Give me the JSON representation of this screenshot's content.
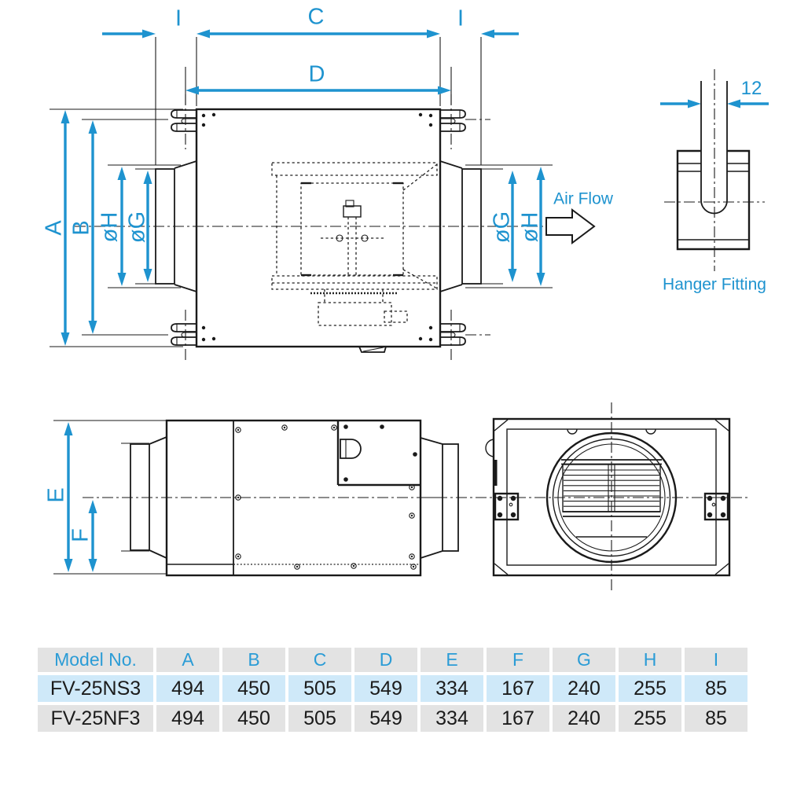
{
  "colors": {
    "accent": "#1e93cf",
    "line": "#1a1a1a",
    "table_header_bg": "#e3e3e3",
    "table_header_text": "#2b9cd6",
    "row_highlight_bg": "#cfe9f9",
    "row_alt_bg": "#e3e3e3"
  },
  "labels": {
    "dim_i_left": "I",
    "dim_c": "C",
    "dim_i_right": "I",
    "dim_d": "D",
    "dim_a": "A",
    "dim_b": "B",
    "dia_h_left": "øH",
    "dia_g_left": "øG",
    "dia_g_right": "øG",
    "dia_h_right": "øH",
    "air_flow": "Air Flow",
    "hanger_slot_width": "12",
    "hanger_fitting": "Hanger Fitting",
    "dim_e": "E",
    "dim_f": "F"
  },
  "table": {
    "headers": [
      "Model No.",
      "A",
      "B",
      "C",
      "D",
      "E",
      "F",
      "G",
      "H",
      "I"
    ],
    "rows": [
      {
        "model": "FV-25NS3",
        "values": [
          "494",
          "450",
          "505",
          "549",
          "334",
          "167",
          "240",
          "255",
          "85"
        ],
        "highlight": true
      },
      {
        "model": "FV-25NF3",
        "values": [
          "494",
          "450",
          "505",
          "549",
          "334",
          "167",
          "240",
          "255",
          "85"
        ],
        "highlight": false
      }
    ]
  }
}
